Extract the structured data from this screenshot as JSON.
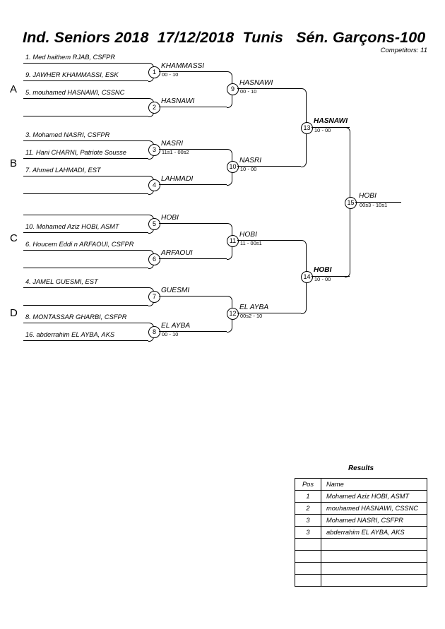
{
  "header": {
    "title": "Ind. Seniors 2018  17/12/2018  Tunis   Sén. Garçons-100",
    "competitors": "Competitors: 11"
  },
  "sections": [
    {
      "letter": "A"
    },
    {
      "letter": "B"
    },
    {
      "letter": "C"
    },
    {
      "letter": "D"
    }
  ],
  "entrants": {
    "e1": "1. Med haithem RJAB, CSFPR",
    "e2": "9. JAWHER KHAMMASSI, ESK",
    "e3": "5. mouhamed HASNAWI, CSSNC",
    "e4": "",
    "e5": "3. Mohamed NASRI, CSFPR",
    "e6": "11. Hani CHARNI, Patriote Sousse",
    "e7": "7. Ahmed LAHMADI, EST",
    "e8": "",
    "e9": "",
    "e10": "10. Mohamed Aziz HOBI, ASMT",
    "e11": "6. Houcem Eddi n ARFAOUI, CSFPR",
    "e12": "",
    "e13": "4. JAMEL GUESMI, EST",
    "e14": "",
    "e15": "8. MONTASSAR GHARBI, CSFPR",
    "e16": "16. abderrahim EL AYBA, AKS"
  },
  "matches": [
    {
      "num": "1",
      "winner": "KHAMMASSI",
      "score": "00 - 10"
    },
    {
      "num": "2",
      "winner": "HASNAWI",
      "score": ""
    },
    {
      "num": "3",
      "winner": "NASRI",
      "score": "11s1 - 00s2"
    },
    {
      "num": "4",
      "winner": "LAHMADI",
      "score": ""
    },
    {
      "num": "5",
      "winner": "HOBI",
      "score": ""
    },
    {
      "num": "6",
      "winner": "ARFAOUI",
      "score": ""
    },
    {
      "num": "7",
      "winner": "GUESMI",
      "score": ""
    },
    {
      "num": "8",
      "winner": "EL AYBA",
      "score": "00 - 10"
    },
    {
      "num": "9",
      "winner": "HASNAWI",
      "score": "00 - 10"
    },
    {
      "num": "10",
      "winner": "NASRI",
      "score": "10 - 00"
    },
    {
      "num": "11",
      "winner": "HOBI",
      "score": "11 - 00s1"
    },
    {
      "num": "12",
      "winner": "EL AYBA",
      "score": "00s2 - 10"
    },
    {
      "num": "13",
      "winner": "HASNAWI",
      "score": "10 - 00"
    },
    {
      "num": "14",
      "winner": "HOBI",
      "score": "10 - 00"
    },
    {
      "num": "15",
      "winner": "HOBI",
      "score": "00s3 - 10s1"
    }
  ],
  "results": {
    "title": "Results",
    "columns": [
      "Pos",
      "Name"
    ],
    "rows": [
      {
        "pos": "1",
        "name": "Mohamed Aziz HOBI, ASMT"
      },
      {
        "pos": "2",
        "name": "mouhamed HASNAWI, CSSNC"
      },
      {
        "pos": "3",
        "name": "Mohamed NASRI, CSFPR"
      },
      {
        "pos": "3",
        "name": "abderrahim EL AYBA, AKS"
      },
      {
        "pos": "",
        "name": ""
      },
      {
        "pos": "",
        "name": ""
      },
      {
        "pos": "",
        "name": ""
      },
      {
        "pos": "",
        "name": ""
      }
    ]
  }
}
